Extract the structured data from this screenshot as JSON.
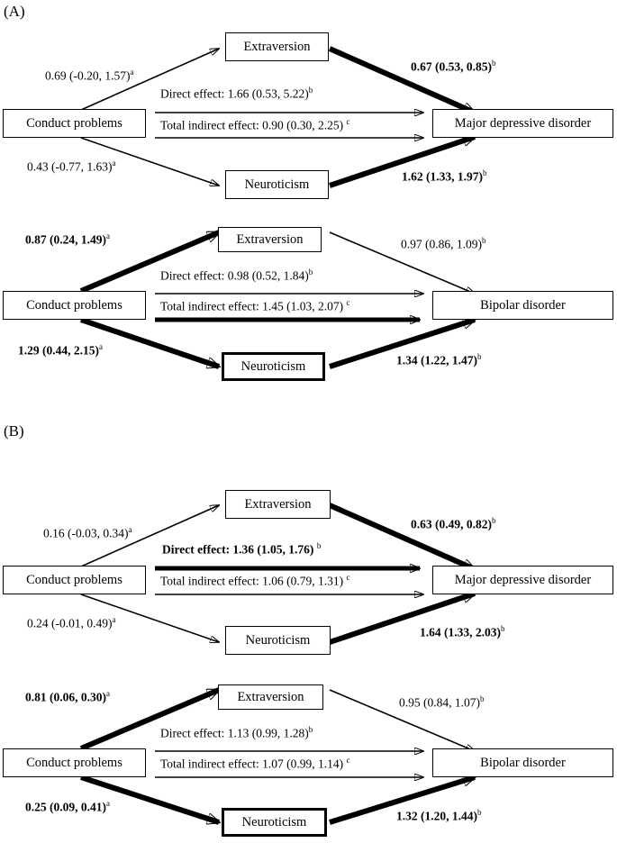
{
  "figure": {
    "panels": [
      {
        "key": "A",
        "label": "(A)",
        "diagrams": [
          {
            "key": "A1",
            "nodes": {
              "exposure": "Conduct problems",
              "mediator_top": "Extraversion",
              "mediator_bottom": "Neuroticism",
              "outcome": "Major depressive disorder"
            },
            "paths": {
              "a_top": {
                "text": "0.69 (-0.20, 1.57)",
                "sup": "a",
                "bold": false,
                "thick": false
              },
              "a_bottom": {
                "text": "0.43 (-0.77, 1.63)",
                "sup": "a",
                "bold": false,
                "thick": false
              },
              "b_top": {
                "text": "0.67 (0.53, 0.85)",
                "sup": "b",
                "bold": true,
                "thick": true
              },
              "b_bottom": {
                "text": "1.62 (1.33, 1.97)",
                "sup": "b",
                "bold": true,
                "thick": true
              },
              "direct": {
                "text": "Direct effect:  1.66 (0.53, 5.22)",
                "sup": "b",
                "bold": false,
                "thick": false
              },
              "indirect": {
                "text": "Total indirect effect:  0.90 (0.30, 2.25) ",
                "sup": "c",
                "bold": false,
                "thick": false
              }
            }
          },
          {
            "key": "A2",
            "nodes": {
              "exposure": "Conduct problems",
              "mediator_top": "Extraversion",
              "mediator_bottom": "Neuroticism",
              "outcome": "Bipolar disorder"
            },
            "paths": {
              "a_top": {
                "text": "0.87 (0.24, 1.49)",
                "sup": "a",
                "bold": true,
                "thick": true
              },
              "a_bottom": {
                "text": "1.29 (0.44, 2.15)",
                "sup": "a",
                "bold": true,
                "thick": true
              },
              "b_top": {
                "text": "0.97 (0.86, 1.09)",
                "sup": "b",
                "bold": false,
                "thick": false
              },
              "b_bottom": {
                "text": "1.34 (1.22, 1.47)",
                "sup": "b",
                "bold": true,
                "thick": true
              },
              "direct": {
                "text": "Direct effect:  0.98 (0.52, 1.84)",
                "sup": "b",
                "bold": false,
                "thick": false
              },
              "indirect": {
                "text": "Total indirect effect:  1.45 (1.03, 2.07) ",
                "sup": "c",
                "bold": true,
                "thick": true
              }
            }
          }
        ]
      },
      {
        "key": "B",
        "label": "(B)",
        "diagrams": [
          {
            "key": "B1",
            "nodes": {
              "exposure": "Conduct problems",
              "mediator_top": "Extraversion",
              "mediator_bottom": "Neuroticism",
              "outcome": "Major depressive disorder"
            },
            "paths": {
              "a_top": {
                "text": "0.16 (-0.03, 0.34)",
                "sup": "a",
                "bold": false,
                "thick": false
              },
              "a_bottom": {
                "text": "0.24 (-0.01, 0.49)",
                "sup": "a",
                "bold": false,
                "thick": false
              },
              "b_top": {
                "text": "0.63 (0.49, 0.82)",
                "sup": "b",
                "bold": true,
                "thick": true
              },
              "b_bottom": {
                "text": "1.64 (1.33, 2.03)",
                "sup": "b",
                "bold": true,
                "thick": true
              },
              "direct": {
                "text": "Direct effect: 1.36 (1.05, 1.76) ",
                "sup": "b",
                "bold": true,
                "thick": true
              },
              "indirect": {
                "text": "Total indirect effect:  1.06 (0.79, 1.31) ",
                "sup": "c",
                "bold": false,
                "thick": false
              }
            }
          },
          {
            "key": "B2",
            "nodes": {
              "exposure": "Conduct problems",
              "mediator_top": "Extraversion",
              "mediator_bottom": "Neuroticism",
              "outcome": "Bipolar disorder"
            },
            "paths": {
              "a_top": {
                "text": "0.81 (0.06, 0.30)",
                "sup": "a",
                "bold": true,
                "thick": true
              },
              "a_bottom": {
                "text": "0.25 (0.09, 0.41)",
                "sup": "a",
                "bold": true,
                "thick": true
              },
              "b_top": {
                "text": "0.95 (0.84, 1.07)",
                "sup": "b",
                "bold": false,
                "thick": false
              },
              "b_bottom": {
                "text": "1.32 (1.20, 1.44)",
                "sup": "b",
                "bold": true,
                "thick": true
              },
              "direct": {
                "text": "Direct effect:  1.13 (0.99, 1.28)",
                "sup": "b",
                "bold": false,
                "thick": false
              },
              "indirect": {
                "text": "Total indirect effect:  1.07 (0.99, 1.14) ",
                "sup": "c",
                "bold": false,
                "thick": false
              }
            }
          }
        ]
      }
    ]
  },
  "colors": {
    "ink": "#000000",
    "paper": "#ffffff"
  }
}
